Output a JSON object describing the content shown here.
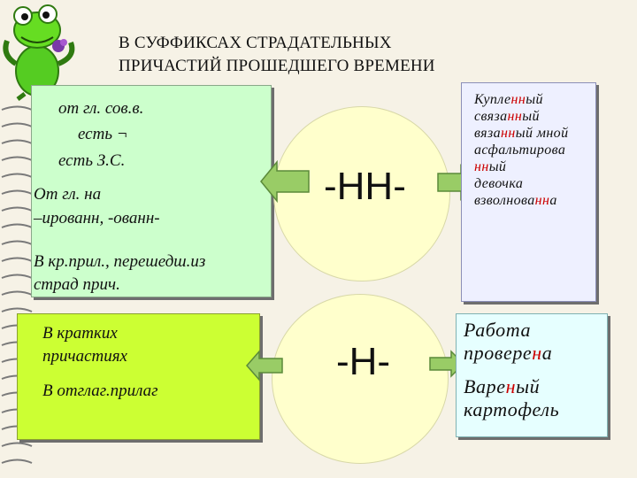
{
  "title": {
    "line1": "В СУФФИКСАХ СТРАДАТЕЛЬНЫХ",
    "line2": "ПРИЧАСТИЙ ПРОШЕДШЕГО ВРЕМЕНИ"
  },
  "nn_rules": {
    "l1": "от гл. сов.в.",
    "l2": "есть ¬",
    "l3": "есть З.С.",
    "l4": "От гл. на",
    "l5": "–ированн, -ованн-",
    "l6": "В кр.прил., перешедш.из",
    "l7": "страд прич."
  },
  "n_rules": {
    "l1": "В кратких",
    "l2": "причастиях",
    "l3": "В отглаг.прилаг"
  },
  "suffix_nn": "-НН-",
  "suffix_n": "-Н-",
  "nn_examples": [
    [
      "Купле",
      "нн",
      "ый"
    ],
    [
      "связа",
      "нн",
      "ый"
    ],
    [
      "вяза",
      "нн",
      "ый мной"
    ],
    [
      "асфальтирова",
      "",
      ""
    ],
    [
      "",
      "нн",
      "ый"
    ],
    [
      "девочка",
      "",
      ""
    ],
    [
      "взволнова",
      "нн",
      "а"
    ]
  ],
  "n_examples": [
    [
      "Работа",
      "",
      ""
    ],
    [
      "провере",
      "н",
      "а"
    ],
    [
      "Варе",
      "н",
      "ый"
    ],
    [
      "картофель",
      "",
      ""
    ]
  ],
  "colors": {
    "highlight": "#cc0000",
    "green_box": "#ccffcc",
    "lime_box": "#ccff33",
    "circle": "#ffffcc",
    "arrow": "#99cc66"
  },
  "decorations": [
    "frog-mascot-icon",
    "spiral-binding"
  ]
}
